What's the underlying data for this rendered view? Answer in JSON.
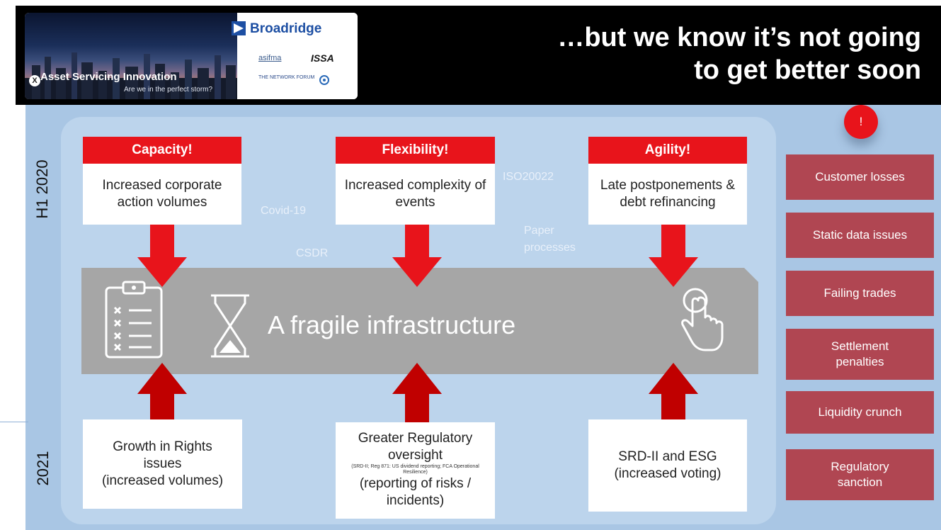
{
  "banner": {
    "title": "Asset Servicing Innovation",
    "subtitle": "Are we in the perfect storm?",
    "logos": {
      "broadridge": "Broadridge",
      "asifma": "asifma",
      "issa": "ISSA",
      "network_forum": "THE NETWORK FORUM"
    }
  },
  "headline": {
    "line1": "…but we know it’s not going",
    "line2": "to get better soon"
  },
  "years": {
    "top": "H1 2020",
    "bottom": "2021"
  },
  "pressures": [
    {
      "heading": "Capacity!",
      "text": "Increased corporate action volumes"
    },
    {
      "heading": "Flexibility!",
      "text": "Increased complexity of events"
    },
    {
      "heading": "Agility!",
      "text": "Late postponements & debt refinancing"
    }
  ],
  "floating_labels": {
    "covid": "Covid-19",
    "iso": "ISO20022",
    "csdr": "CSDR",
    "paper_1": "Paper",
    "paper_2": "processes"
  },
  "infrastructure": {
    "label": "A fragile infrastructure"
  },
  "drivers_2021": [
    {
      "line1": "Growth in Rights",
      "line2": "issues",
      "line3": "(increased volumes)"
    },
    {
      "line1": "Greater Regulatory",
      "line2": "oversight",
      "note": "(SRD-II; Reg 871: US dividend reporting; FCA Operational Resilience)",
      "line3": "(reporting of risks /",
      "line4": "incidents)"
    },
    {
      "line1": "SRD-II and ESG",
      "line2": "(increased voting)"
    }
  ],
  "alert": {
    "symbol": "!"
  },
  "consequences": [
    "Customer losses",
    "Static data issues",
    "Failing trades",
    "Settlement penalties",
    "Liquidity crunch",
    "Regulatory sanction"
  ],
  "colors": {
    "header": "#000000",
    "background": "#a9c6e4",
    "panel": "#bcd4ec",
    "red": "#e8141b",
    "dark_red": "#c00000",
    "infrastructure": "#a6a6a6",
    "consequence": "#b04652"
  }
}
